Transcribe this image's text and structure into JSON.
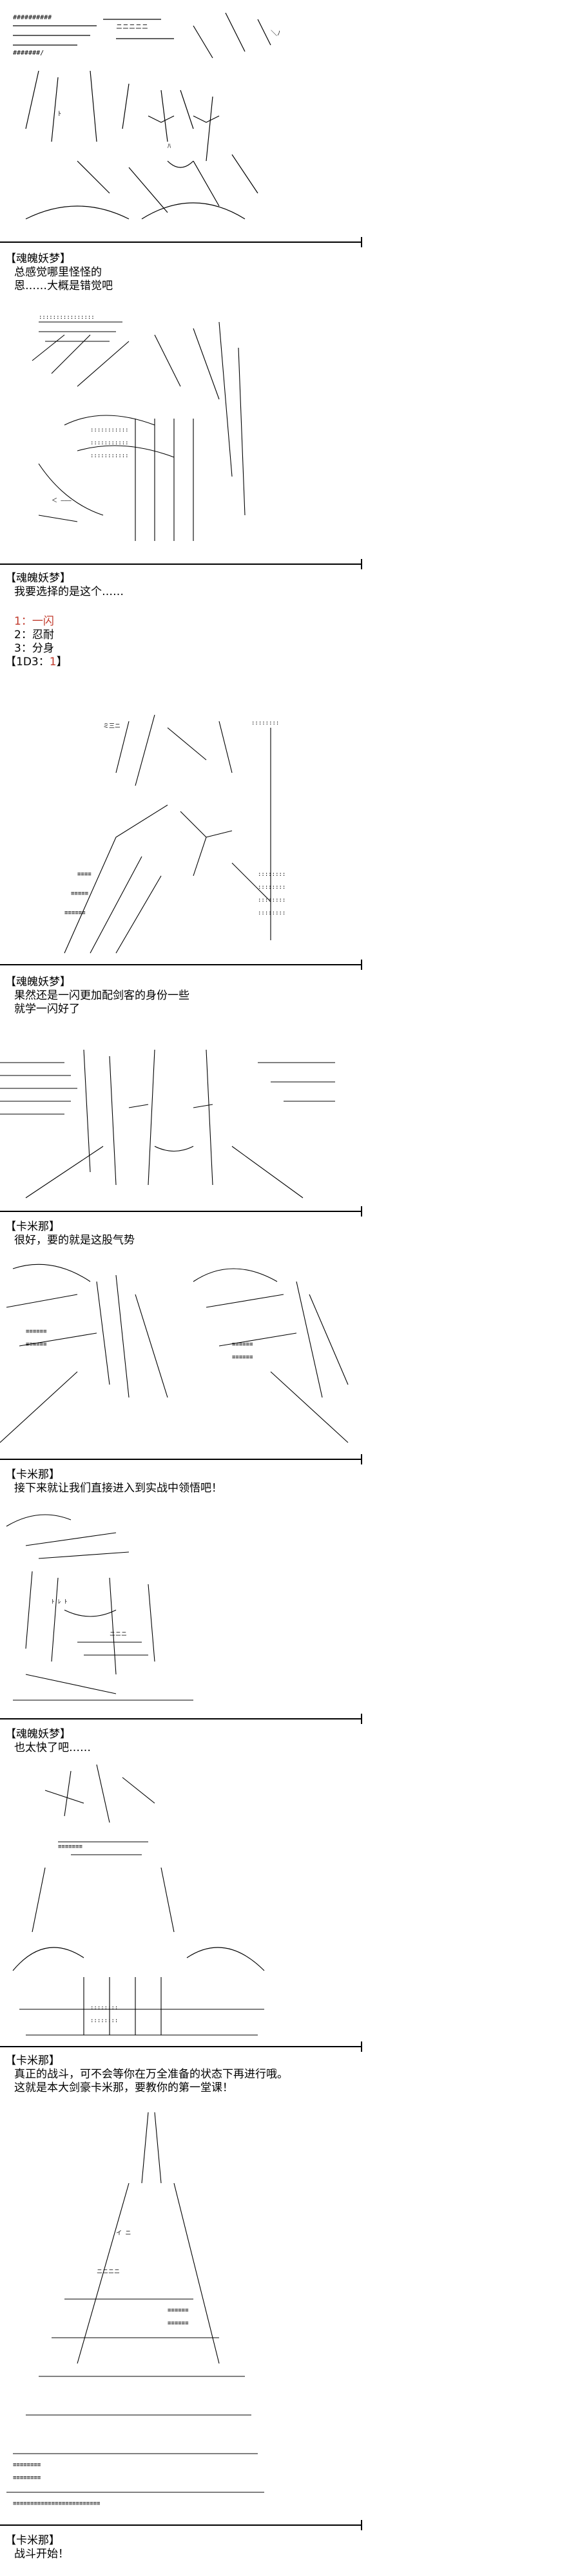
{
  "panels": [
    {
      "speaker": "【魂魄妖梦】",
      "lines": [
        "总感觉哪里怪怪的",
        "恩……大概是错觉吧"
      ]
    },
    {
      "speaker": "【魂魄妖梦】",
      "lines": [
        "我要选择的是这个……"
      ]
    },
    {
      "choices": [
        "1：一闪",
        "2：忍耐",
        "3：分身"
      ],
      "roll_label": "【1D3：",
      "roll_result": "1",
      "roll_close": "】"
    },
    {
      "speaker": "【魂魄妖梦】",
      "lines": [
        "果然还是一闪更加配剑客的身份一些",
        "就学一闪好了"
      ]
    },
    {
      "speaker": "【卡米那】",
      "lines": [
        "很好，要的就是这股气势"
      ]
    },
    {
      "speaker": "【卡米那】",
      "lines": [
        "接下来就让我们直接进入到实战中领悟吧！"
      ]
    },
    {
      "speaker": "【魂魄妖梦】",
      "lines": [
        "也太快了吧……"
      ]
    },
    {
      "speaker": "【卡米那】",
      "lines": [
        "真正的战斗，可不会等你在万全准备的状态下再进行哦。",
        "这就是本大剑豪卡米那，要教你的第一堂课！"
      ]
    },
    {
      "speaker": "【卡米那】",
      "lines": [
        "战斗开始！"
      ]
    }
  ]
}
